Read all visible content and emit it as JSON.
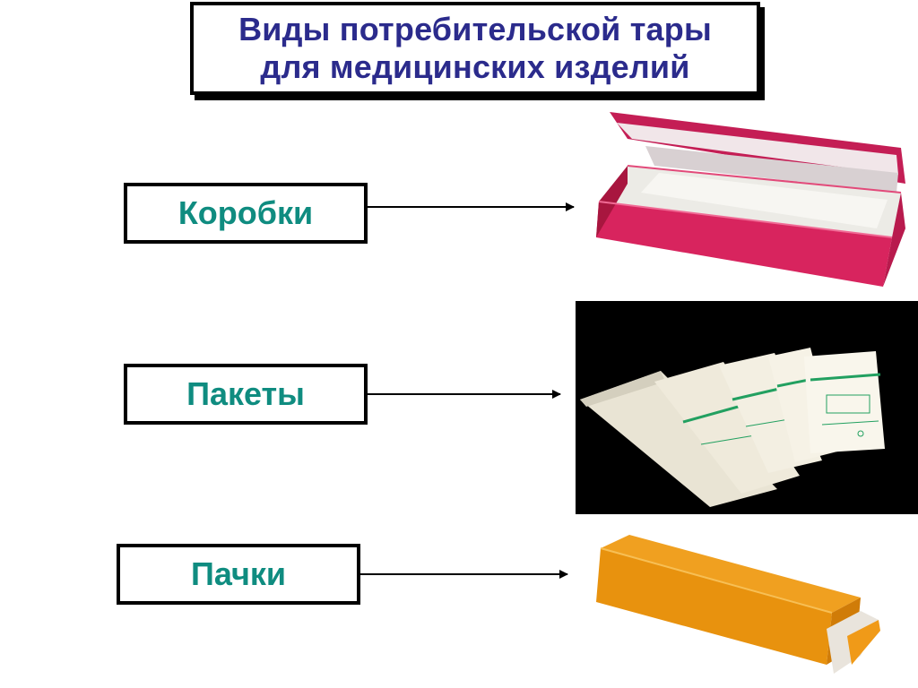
{
  "title": {
    "line1": "Виды потребительской тары",
    "line2": "для медицинских изделий"
  },
  "items": [
    {
      "label": "Коробки",
      "image": "pink-box-image"
    },
    {
      "label": "Пакеты",
      "image": "sterilization-pouches-image"
    },
    {
      "label": "Пачки",
      "image": "orange-carton-image"
    }
  ],
  "colors": {
    "title_text": "#2b2b8c",
    "label_text": "#0f8c80",
    "box_pink": "#d8245e",
    "carton_orange": "#e8920e",
    "pouch_green": "#22a060"
  }
}
